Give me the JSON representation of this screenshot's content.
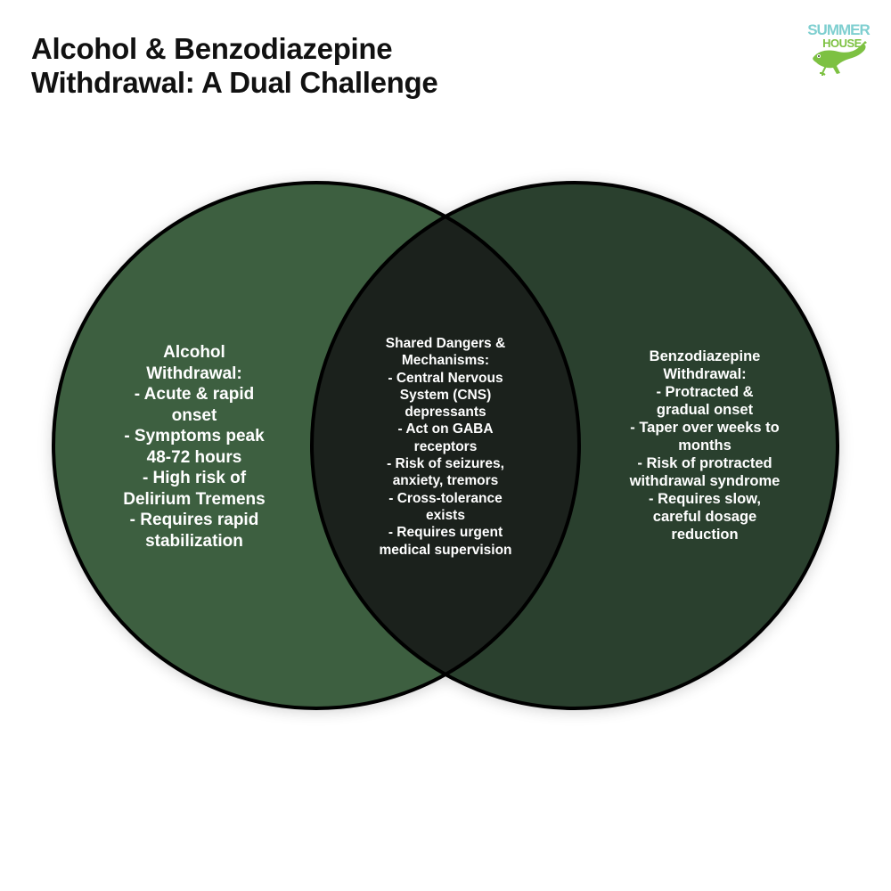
{
  "header": {
    "title_lines": [
      "Alcohol & Benzodiazepine",
      "Withdrawal: A Dual Challenge"
    ]
  },
  "logo": {
    "line1": "SUMMER",
    "line2": "HOUSE",
    "icon": "gecko-icon",
    "text_color": "#7fcfd0",
    "accent_color": "#7dc142"
  },
  "colors": {
    "left_circle": "#3d5f41",
    "right_circle": "#2a412d",
    "overlap": "#1b211c",
    "outline": "#000000",
    "text": "#ffffff"
  },
  "diagram": {
    "type": "venn",
    "sets": [
      {
        "id": "alcohol",
        "lines": [
          "Alcohol",
          "Withdrawal:",
          "- Acute & rapid",
          "onset",
          "- Symptoms peak",
          "48-72 hours",
          "- High risk of",
          "Delirium Tremens",
          "- Requires rapid",
          "stabilization"
        ]
      },
      {
        "id": "shared",
        "lines": [
          "Shared Dangers &",
          "Mechanisms:",
          "- Central Nervous",
          "System (CNS)",
          "depressants",
          "- Act on GABA",
          "receptors",
          "- Risk of seizures,",
          "anxiety, tremors",
          "- Cross-tolerance",
          "exists",
          "- Requires urgent",
          "medical supervision"
        ]
      },
      {
        "id": "benzodiazepine",
        "lines": [
          "Benzodiazepine",
          "Withdrawal:",
          "- Protracted &",
          "gradual onset",
          "- Taper over weeks to",
          "months",
          "- Risk of protracted",
          "withdrawal syndrome",
          "- Requires slow,",
          "careful dosage",
          "reduction"
        ]
      }
    ]
  }
}
